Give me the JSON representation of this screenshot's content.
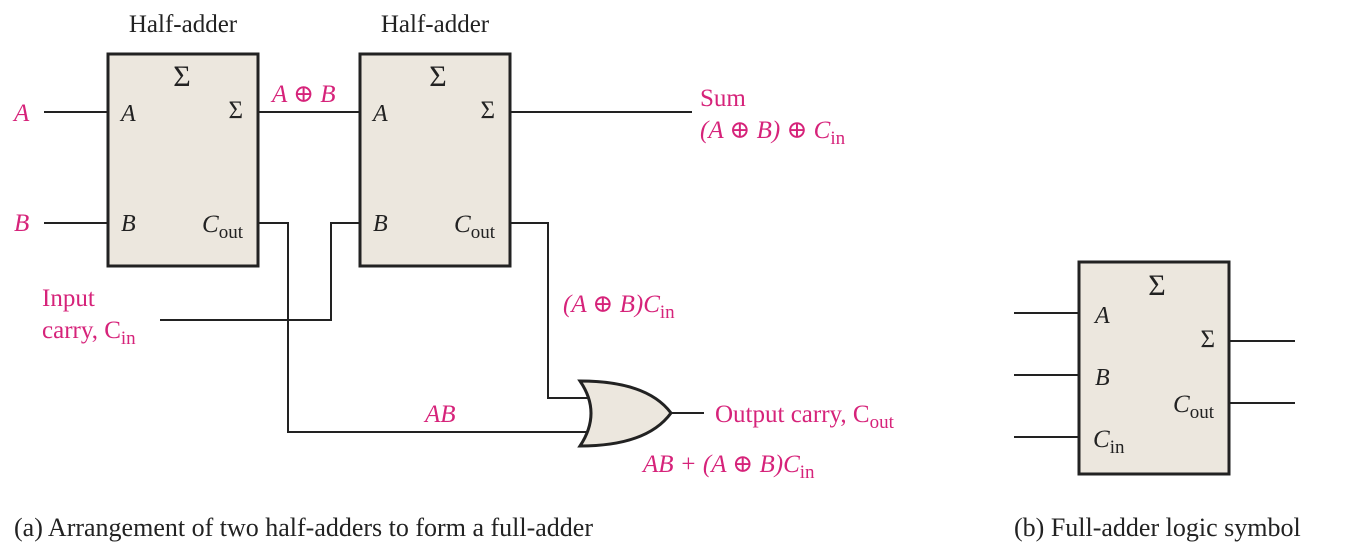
{
  "colors": {
    "block_fill": "#ece7de",
    "line": "#222222",
    "label_accent": "#d6237a"
  },
  "part_a": {
    "ha1": {
      "title": "Half-adder",
      "sigma": "Σ",
      "in_a": "A",
      "in_b": "B",
      "out_sum": "Σ",
      "out_carry_main": "C",
      "out_carry_sub": "out"
    },
    "ha2": {
      "title": "Half-adder",
      "sigma": "Σ",
      "in_a": "A",
      "in_b": "B",
      "out_sum": "Σ",
      "out_carry_main": "C",
      "out_carry_sub": "out"
    },
    "input_a": "A",
    "input_b": "B",
    "input_carry_line1": "Input",
    "input_carry_line2_main": "carry, C",
    "input_carry_line2_sub": "in",
    "a_xor_b": "A ⊕ B",
    "sum_label": "Sum",
    "sum_expr_main": "(A ⊕ B) ⊕ C",
    "sum_expr_sub": "in",
    "mid_carry_main": "(A ⊕ B)C",
    "mid_carry_sub": "in",
    "ab_label": "AB",
    "output_carry_main": "Output carry, C",
    "output_carry_sub": "out",
    "output_carry_expr_main": "AB + (A ⊕ B)C",
    "output_carry_expr_sub": "in",
    "caption": "(a)  Arrangement of two half-adders to form a full-adder"
  },
  "part_b": {
    "sigma": "Σ",
    "in_a": "A",
    "in_b": "B",
    "in_cin_main": "C",
    "in_cin_sub": "in",
    "out_sum": "Σ",
    "out_cout_main": "C",
    "out_cout_sub": "out",
    "caption": "(b)  Full-adder logic symbol"
  }
}
